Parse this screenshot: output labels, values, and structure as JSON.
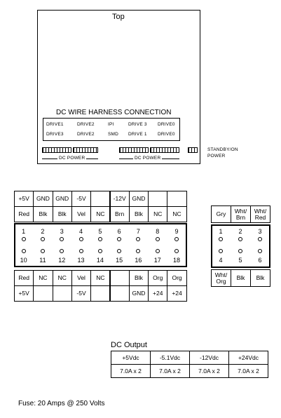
{
  "top_panel": {
    "title": "Top",
    "harness_title": "DC WIRE HARNESS CONNECTION",
    "row1": [
      "DRIVE1",
      "DRIVE2",
      "IPI",
      "DRIVE 3",
      "DRIVE0"
    ],
    "row2": [
      "DRIVE3",
      "DRIVE2",
      "SMD",
      "DRIVE 1",
      "DRIVE0"
    ],
    "dc_power_left": "DC POWER",
    "dc_power_right": "DC POWER",
    "standby_line1": "STANDBY/ON",
    "standby_line2": "POWER"
  },
  "left_connector": {
    "top_voltages": [
      "+5V",
      "GND",
      "GND",
      "-5V",
      "",
      "-12V",
      "GND",
      "",
      ""
    ],
    "top_colors": [
      "Red",
      "Blk",
      "Blk",
      "Vel",
      "NC",
      "Brn",
      "Blk",
      "NC",
      "NC"
    ],
    "pins_top": [
      "1",
      "2",
      "3",
      "4",
      "5",
      "6",
      "7",
      "8",
      "9"
    ],
    "pins_bottom": [
      "10",
      "11",
      "12",
      "13",
      "14",
      "15",
      "16",
      "17",
      "18"
    ],
    "bottom_colors": [
      "Red",
      "NC",
      "NC",
      "Vel",
      "NC",
      "",
      "Blk",
      "Org",
      "Org"
    ],
    "bottom_voltages": [
      "+5V",
      "",
      "",
      "-5V",
      "",
      "",
      "GND",
      "+24",
      "+24"
    ]
  },
  "right_connector": {
    "top_colors": [
      "Gry",
      "Wht/\nBrn",
      "Wht/\nRed"
    ],
    "pins_top": [
      "1",
      "2",
      "3"
    ],
    "pins_bottom": [
      "4",
      "5",
      "6"
    ],
    "bottom_colors": [
      "Wht/\nOrg",
      "Blk",
      "Blk"
    ]
  },
  "dc_output": {
    "title": "DC Output",
    "headers": [
      "+5Vdc",
      "-5.1Vdc",
      "-12Vdc",
      "+24Vdc"
    ],
    "values": [
      "7.0A x 2",
      "7.0A x 2",
      "7.0A x 2",
      "7.0A x 2"
    ]
  },
  "fuse": "Fuse: 20 Amps @ 250 Volts"
}
